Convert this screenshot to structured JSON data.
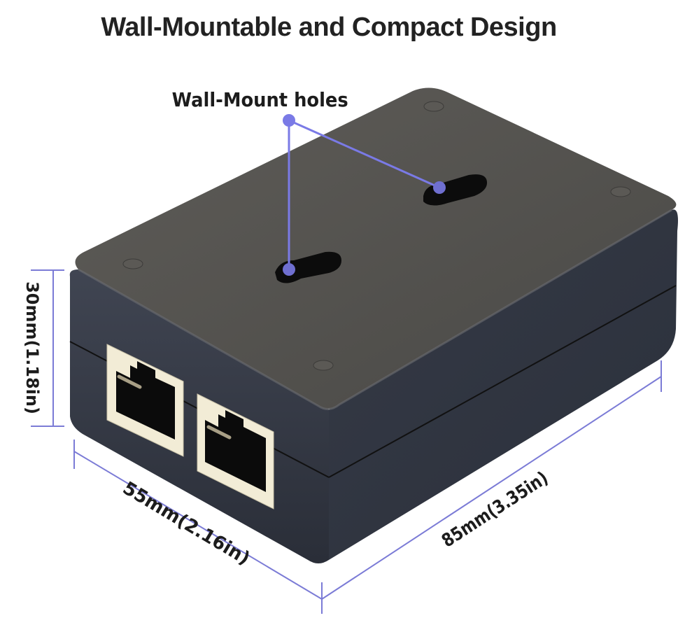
{
  "title": "Wall-Mountable and Compact Design",
  "callout": {
    "label": "Wall-Mount holes",
    "color": "#7a7ae6"
  },
  "dimensions": {
    "height": "30mm(1.18in)",
    "width": "55mm(2.16in)",
    "length": "85mm(3.35in)",
    "line_color": "#7b7bd6"
  },
  "product": {
    "ports": [
      {
        "type": "RJ45"
      },
      {
        "type": "RJ45"
      }
    ],
    "body_color": "#3b3f48",
    "top_color": "#55534f",
    "port_frame_color": "#f2ecd6"
  }
}
